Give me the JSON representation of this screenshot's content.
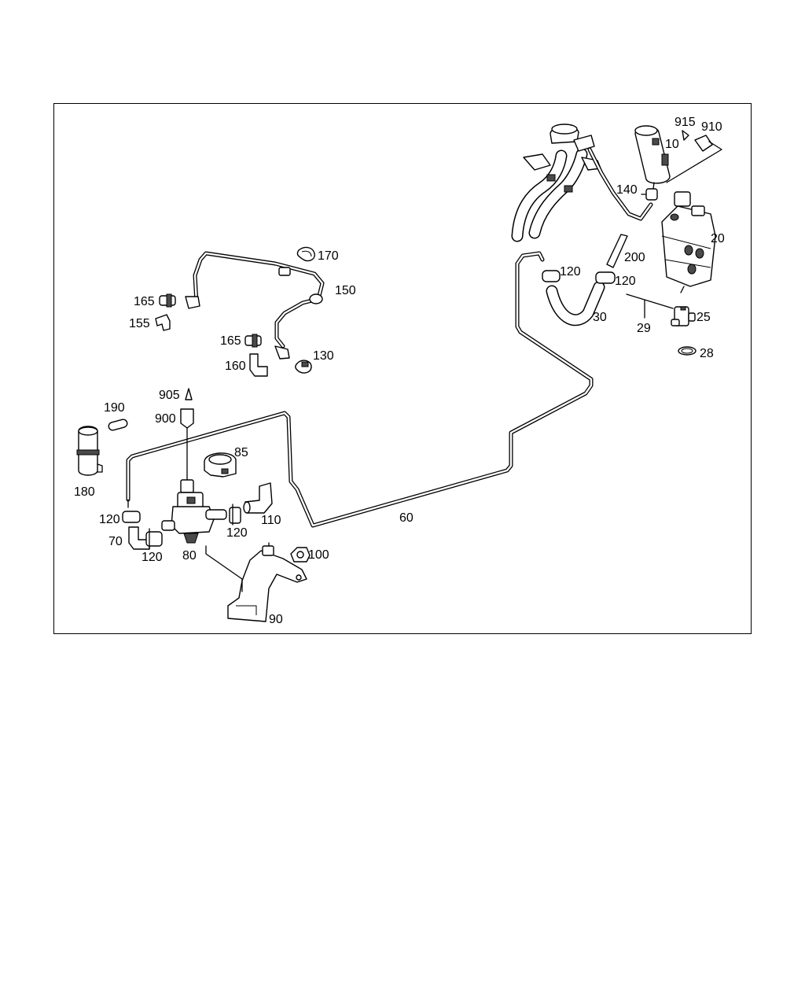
{
  "diagram": {
    "callouts": [
      {
        "id": "915",
        "text": "915"
      },
      {
        "id": "910",
        "text": "910"
      },
      {
        "id": "10",
        "text": "10"
      },
      {
        "id": "140",
        "text": "140"
      },
      {
        "id": "20",
        "text": "20"
      },
      {
        "id": "200",
        "text": "200"
      },
      {
        "id": "120a",
        "text": "120"
      },
      {
        "id": "120b",
        "text": "120"
      },
      {
        "id": "30",
        "text": "30"
      },
      {
        "id": "29",
        "text": "29"
      },
      {
        "id": "25",
        "text": "25"
      },
      {
        "id": "28",
        "text": "28"
      },
      {
        "id": "170",
        "text": "170"
      },
      {
        "id": "150",
        "text": "150"
      },
      {
        "id": "165a",
        "text": "165"
      },
      {
        "id": "155",
        "text": "155"
      },
      {
        "id": "165b",
        "text": "165"
      },
      {
        "id": "160",
        "text": "160"
      },
      {
        "id": "130",
        "text": "130"
      },
      {
        "id": "905",
        "text": "905"
      },
      {
        "id": "900",
        "text": "900"
      },
      {
        "id": "190",
        "text": "190"
      },
      {
        "id": "180",
        "text": "180"
      },
      {
        "id": "85",
        "text": "85"
      },
      {
        "id": "60",
        "text": "60"
      },
      {
        "id": "120c",
        "text": "120"
      },
      {
        "id": "110",
        "text": "110"
      },
      {
        "id": "120d",
        "text": "120"
      },
      {
        "id": "70",
        "text": "70"
      },
      {
        "id": "120e",
        "text": "120"
      },
      {
        "id": "80",
        "text": "80"
      },
      {
        "id": "100",
        "text": "100"
      },
      {
        "id": "90",
        "text": "90"
      }
    ]
  }
}
